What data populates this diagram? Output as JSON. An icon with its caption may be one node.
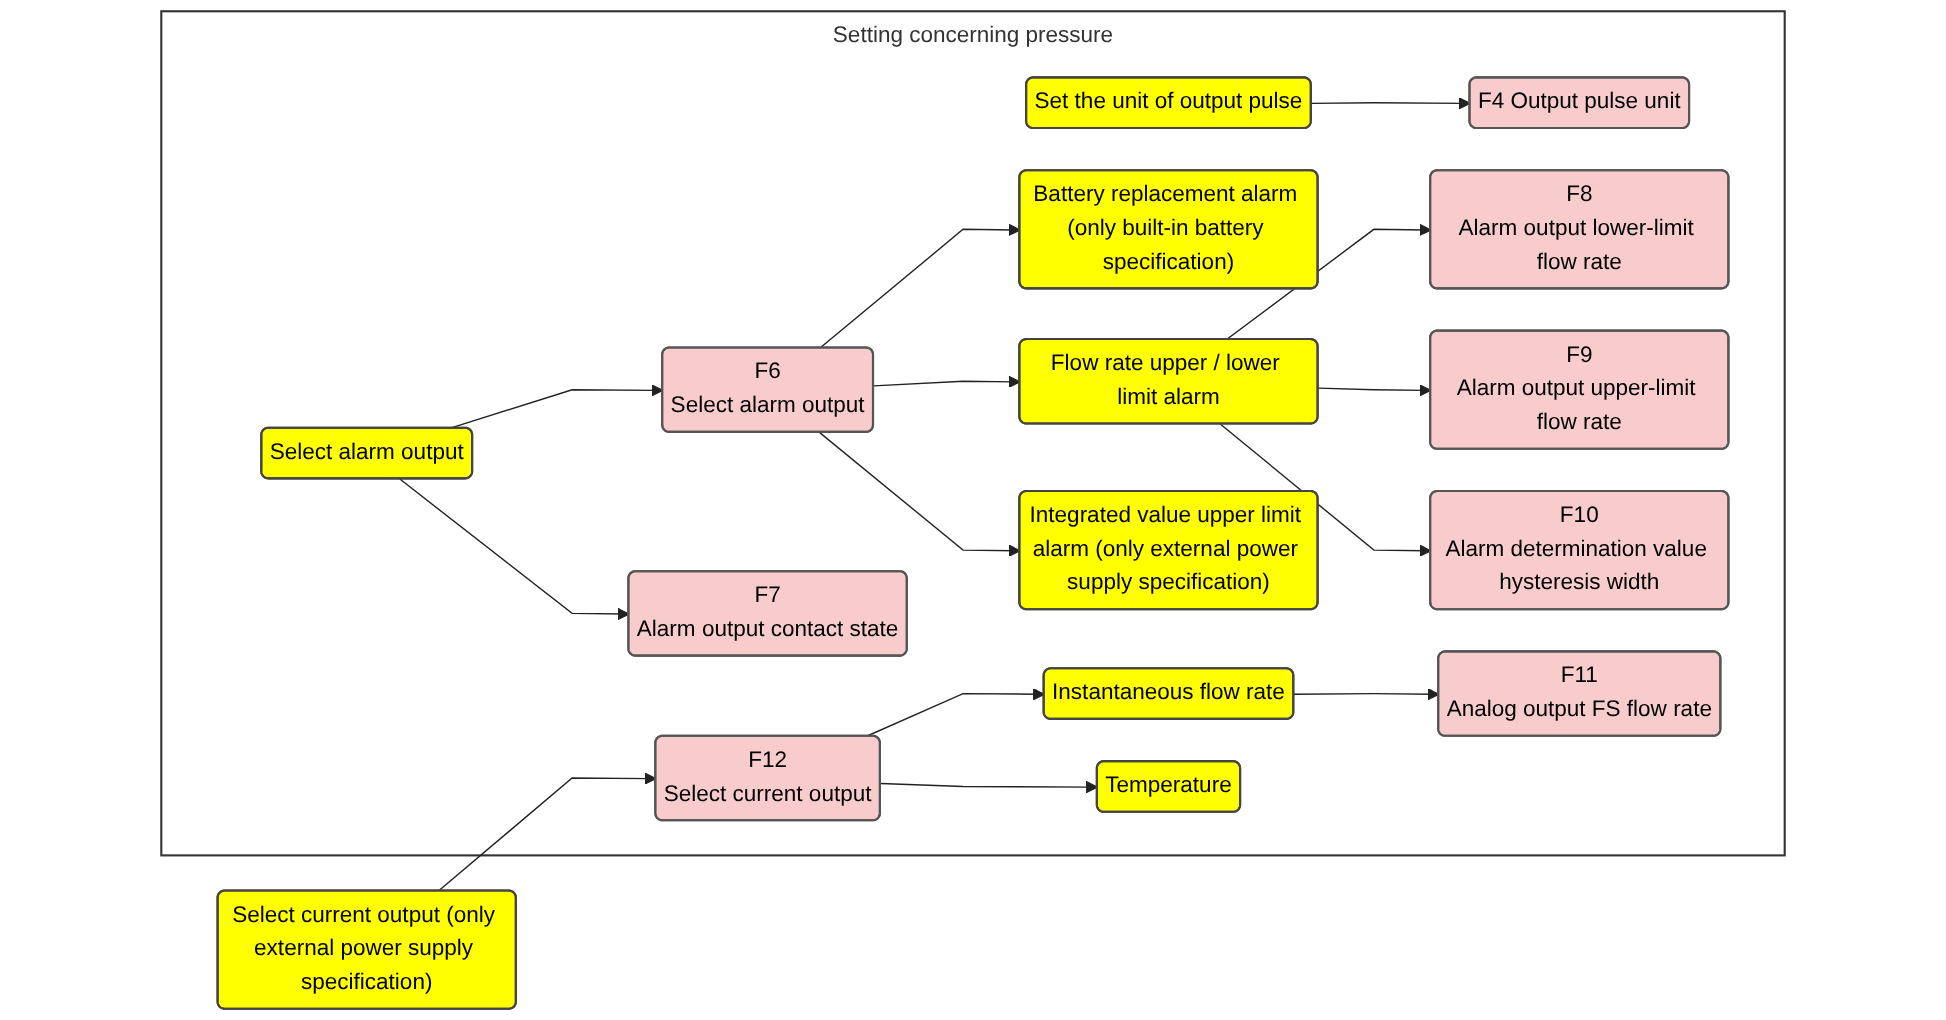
{
  "diagram": {
    "nodes": [
      {
        "text": [
          "Setting concerning pressure"
        ]
      },
      {
        "text": [
          "Set the unit of output pulse"
        ],
        "in": 0
      },
      {
        "text": [
          "F4 Output pulse unit"
        ],
        "in": 0
      },
      {
        "text": [
          "Select alarm output"
        ],
        "in": 0
      },
      {
        "text": [
          "F6",
          "Select alarm output"
        ],
        "in": 0
      },
      {
        "text": [
          "F7",
          "Alarm output contact state"
        ],
        "in": 0
      },
      {
        "text": [
          "Battery replacement alarm (only built-in battery specification)"
        ],
        "in": 0
      },
      {
        "text": [
          "Integrated value upper limit alarm (only external power supply specification)"
        ],
        "in": 0
      },
      {
        "text": [
          "Flow rate upper / lower limit alarm"
        ],
        "in": 0
      },
      {
        "text": [
          "F8",
          "Alarm output lower-limit flow rate"
        ],
        "in": 0
      },
      {
        "text": [
          "F9",
          "Alarm output upper-limit flow rate"
        ],
        "in": 0
      },
      {
        "text": [
          "F10",
          "Alarm determination value hysteresis width"
        ],
        "in": 0
      },
      {
        "text": [
          "Select current output (only external power supply specification)"
        ]
      },
      {
        "text": [
          "F12",
          "Select current output"
        ],
        "in": 0
      },
      {
        "text": [
          "Instantaneous flow rate"
        ],
        "in": 0
      },
      {
        "text": [
          "Temperature"
        ],
        "in": 0
      },
      {
        "text": [
          "F11",
          "Analog output FS flow rate"
        ],
        "in": 0
      }
    ],
    "edges": [
      {
        "from": 1,
        "to": 2,
        "arrow": "to"
      },
      {
        "from": 3,
        "to": 4,
        "arrow": "to"
      },
      {
        "from": 3,
        "to": 5,
        "arrow": "to"
      },
      {
        "from": 4,
        "to": 6,
        "arrow": "to"
      },
      {
        "from": 4,
        "to": 7,
        "arrow": "to"
      },
      {
        "from": 4,
        "to": 8,
        "arrow": "to"
      },
      {
        "from": 8,
        "to": 9,
        "arrow": "to"
      },
      {
        "from": 8,
        "to": 10,
        "arrow": "to"
      },
      {
        "from": 8,
        "to": 11,
        "arrow": "to"
      },
      {
        "from": 12,
        "to": 13,
        "arrow": "to"
      },
      {
        "from": 13,
        "to": 14,
        "arrow": "to"
      },
      {
        "from": 13,
        "to": 15,
        "arrow": "to"
      },
      {
        "from": 14,
        "to": 16,
        "arrow": "to"
      }
    ]
  }
}
